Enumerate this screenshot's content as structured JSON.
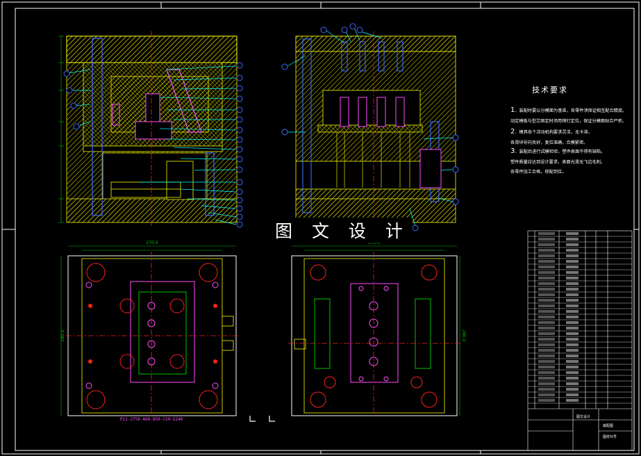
{
  "watermark": "图 文 设 计",
  "notes": {
    "title": "技术要求",
    "items": [
      {
        "num": "1",
        "lines": [
          "．装配时要以分模面为基准，各零件须保证相互配合精度。",
          "动定模板与型芯固定时须用销钉定位，保证分模面贴合严密。"
        ]
      },
      {
        "num": "2",
        "lines": [
          "．模具各个活动机构要求灵活，无卡滞，",
          "各滑块导向良好，复位准确，合模紧密。"
        ]
      },
      {
        "num": "3",
        "lines": [
          "．装配后进行试模检验，塑件表面不得有缺陷。",
          "塑件质量应达到设计要求，表面光滑无飞边毛刺。",
          "各零件加工合格，修配到位。"
        ]
      }
    ]
  },
  "spec_label": "P11-2750-A60-B50-C50-S240",
  "dims": {
    "front_width": "270.0",
    "front_height": "280.0",
    "top_width": "270.0",
    "top_height": "280.0"
  },
  "title_block": {
    "designer": "图文设计",
    "drawing_name": "装配图",
    "drawing_no": "图样代号"
  },
  "colors": {
    "background": "#000000",
    "frame": "#ffffff",
    "hatch": "#c8c800",
    "plate": "#b0b000",
    "blue_lines": "#3a6bff",
    "cyan": "#00ffff",
    "magenta": "#ff4dff",
    "green": "#00c000",
    "red": "#ff2020"
  }
}
